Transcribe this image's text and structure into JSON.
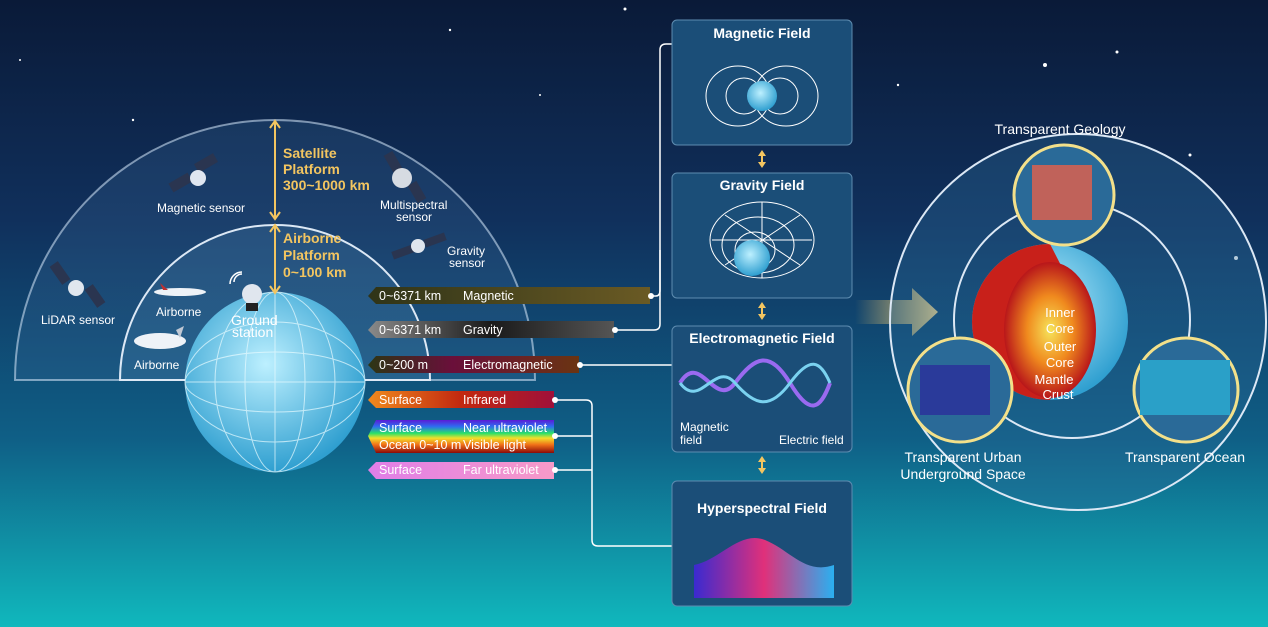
{
  "platforms": {
    "satellite": {
      "line1": "Satellite",
      "line2": "Platform",
      "range": "300~1000 km"
    },
    "airborne": {
      "line1": "Airborne",
      "line2": "Platform",
      "range": "0~100 km"
    }
  },
  "sensors": {
    "magnetic": "Magnetic sensor",
    "multispectral_1": "Multispectral",
    "multispectral_2": "sensor",
    "gravity_1": "Gravity",
    "gravity_2": "sensor",
    "lidar": "LiDAR sensor",
    "airborne_1": "Airborne",
    "airborne_2": "Airborne",
    "ground_1": "Ground",
    "ground_2": "station"
  },
  "bars": [
    {
      "range": "0~6371 km",
      "type": "Magnetic"
    },
    {
      "range": "0~6371 km",
      "type": "Gravity"
    },
    {
      "range": "0~200 m",
      "type": "Electromagnetic"
    },
    {
      "range": "Surface",
      "type": "Infrared"
    },
    {
      "range": "Surface",
      "type": "Near ultraviolet"
    },
    {
      "range": "Ocean 0~10 m",
      "type": "Visible light"
    },
    {
      "range": "Surface",
      "type": "Far ultraviolet"
    }
  ],
  "panels": {
    "magnetic": "Magnetic Field",
    "gravity": "Gravity Field",
    "electromagnetic": "Electromagnetic Field",
    "em_magnetic_1": "Magnetic",
    "em_magnetic_2": "field",
    "em_electric": "Electric field",
    "hyperspectral": "Hyperspectral Field"
  },
  "transparent": {
    "geology": "Transparent Geology",
    "urban_1": "Transparent Urban",
    "urban_2": "Underground Space",
    "ocean": "Transparent Ocean",
    "layers": [
      "Inner",
      "Core",
      "Outer",
      "Core",
      "Mantle",
      "Crust"
    ]
  },
  "colors": {
    "gold": "#f3c560",
    "panel": "#1b4e78"
  }
}
